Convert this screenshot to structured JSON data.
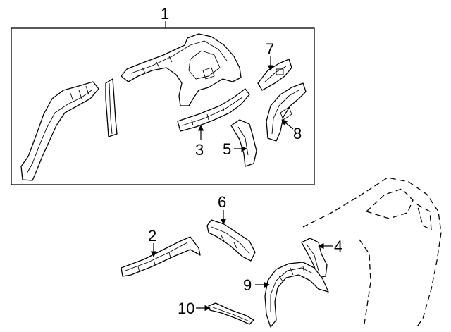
{
  "diagram": {
    "parts": [
      {
        "id": "part-1",
        "label": "1"
      },
      {
        "id": "part-2",
        "label": "2"
      },
      {
        "id": "part-3",
        "label": "3"
      },
      {
        "id": "part-4",
        "label": "4"
      },
      {
        "id": "part-5",
        "label": "5"
      },
      {
        "id": "part-6",
        "label": "6"
      },
      {
        "id": "part-7",
        "label": "7"
      },
      {
        "id": "part-8",
        "label": "8"
      },
      {
        "id": "part-9",
        "label": "9"
      },
      {
        "id": "part-10",
        "label": "10"
      }
    ],
    "colors": {
      "line": "#000000",
      "background": "#ffffff"
    }
  }
}
